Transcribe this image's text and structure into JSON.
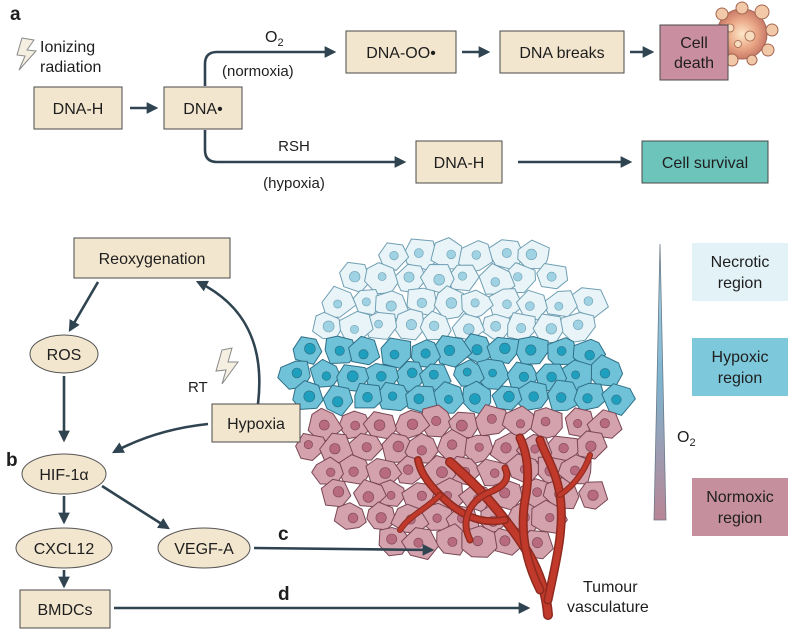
{
  "panel_a": {
    "letter": "a",
    "radiation_line1": "Ionizing",
    "radiation_line2": "radiation",
    "dna_h": "DNA-H",
    "dna_radical": "DNA•",
    "o2_main": "O",
    "o2_sub": "2",
    "normoxia": "(normoxia)",
    "dna_oo": "DNA-OO•",
    "dna_breaks": "DNA breaks",
    "cell_death_line1": "Cell",
    "cell_death_line2": "death",
    "rsh": "RSH",
    "hypoxia": "(hypoxia)",
    "dna_h_repaired": "DNA-H",
    "cell_survival": "Cell survival"
  },
  "panel_b": {
    "letter": "b",
    "reoxygenation": "Reoxygenation",
    "ros": "ROS",
    "rt": "RT",
    "hypoxia": "Hypoxia",
    "hif": "HIF-1α",
    "cxcl12": "CXCL12",
    "vegf": "VEGF-A",
    "bmdcs": "BMDCs"
  },
  "panel_c": {
    "letter": "c"
  },
  "panel_d": {
    "letter": "d"
  },
  "tumour": {
    "necrotic_line1": "Necrotic",
    "necrotic_line2": "region",
    "hypoxic_line1": "Hypoxic",
    "hypoxic_line2": "region",
    "normoxic_line1": "Normoxic",
    "normoxic_line2": "region",
    "o2_main": "O",
    "o2_sub": "2",
    "vasculature_line1": "Tumour",
    "vasculature_line2": "vasculature"
  },
  "colors": {
    "box_fill": "#f2e6ce",
    "arrow": "#2f4450",
    "necrotic": "#e3f2f7",
    "hypoxic": "#7ec8dc",
    "normoxic": "#c58f9e",
    "vessel": "#c0392b"
  }
}
